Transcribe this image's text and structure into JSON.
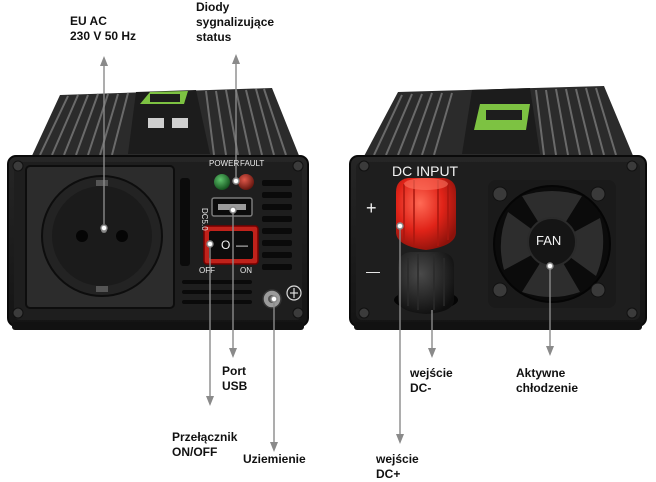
{
  "labels": {
    "eu_ac": {
      "line1": "EU AC",
      "line2": "230 V 50 Hz"
    },
    "diodes": {
      "line1": "Diody",
      "line2": "sygnalizujące",
      "line3": "status"
    },
    "usb_port": {
      "line1": "Port",
      "line2": "USB"
    },
    "power_switch": {
      "line1": "Przełącznik",
      "line2": "ON/OFF"
    },
    "grounding": {
      "line1": "Uziemienie"
    },
    "dc_minus": {
      "line1": "wejście",
      "line2": "DC-"
    },
    "dc_plus": {
      "line1": "wejście",
      "line2": "DC+"
    },
    "cooling": {
      "line1": "Aktywne",
      "line2": "chłodzenie"
    }
  },
  "panel_text": {
    "power": "POWER",
    "fault": "FAULT",
    "usb_marking": "DC5.0",
    "switch_off": "OFF",
    "switch_on": "ON",
    "switch_o": "O",
    "switch_i": "—",
    "dc_input": "DC INPUT",
    "plus": "+",
    "minus": "—",
    "fan": "FAN"
  },
  "colors": {
    "pointer_line": "#8a8a8a",
    "brand_green": "#7dc242",
    "led_green": "#1f7a2e",
    "led_red": "#a3271c",
    "switch_red": "#c0221b",
    "terminal_red": "#e02318"
  }
}
